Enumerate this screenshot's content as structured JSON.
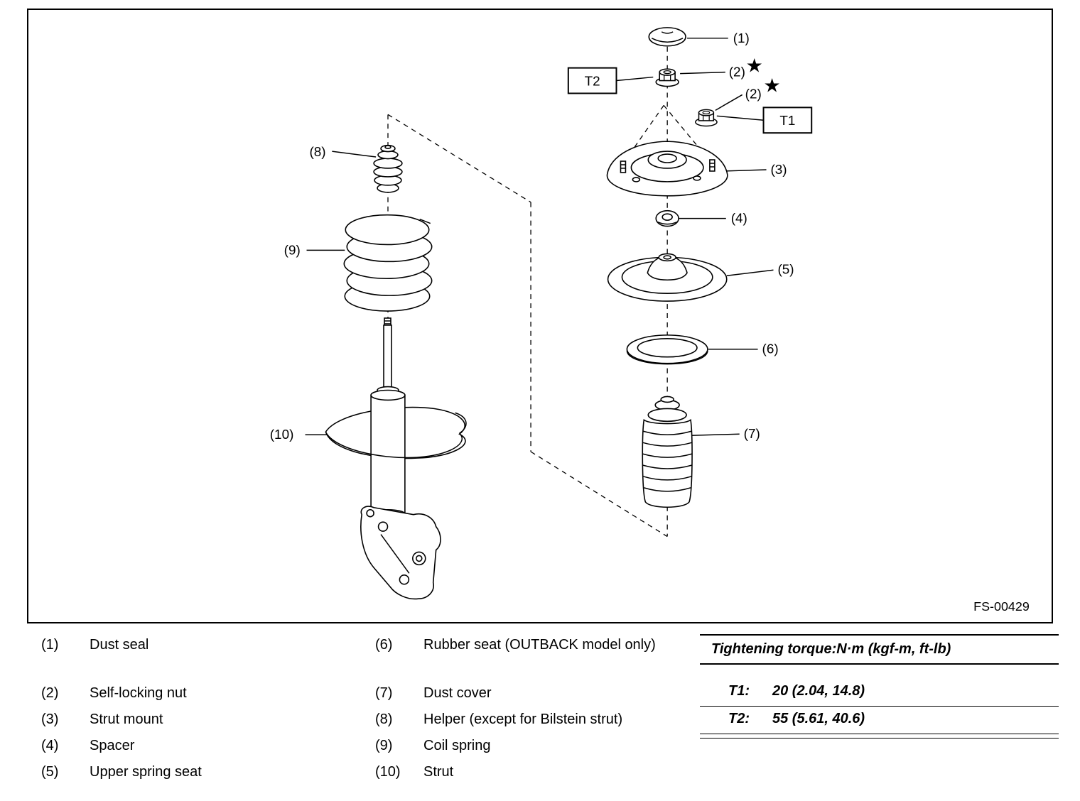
{
  "figure": {
    "code": "FS-00429",
    "star": "★",
    "torque_tags": {
      "t1": "T1",
      "t2": "T2"
    },
    "callouts": {
      "c1": "(1)",
      "c2a": "(2)",
      "c2b": "(2)",
      "c3": "(3)",
      "c4": "(4)",
      "c5": "(5)",
      "c6": "(6)",
      "c7": "(7)",
      "c8": "(8)",
      "c9": "(9)",
      "c10": "(10)"
    }
  },
  "legend": {
    "left": [
      {
        "num": "(1)",
        "label": "Dust seal"
      },
      {
        "num": "(2)",
        "label": "Self-locking nut"
      },
      {
        "num": "(3)",
        "label": "Strut mount"
      },
      {
        "num": "(4)",
        "label": "Spacer"
      },
      {
        "num": "(5)",
        "label": "Upper spring seat"
      }
    ],
    "right": [
      {
        "num": "(6)",
        "label": "Rubber seat (OUTBACK model only)"
      },
      {
        "num": "(7)",
        "label": "Dust cover"
      },
      {
        "num": "(8)",
        "label": "Helper (except for Bilstein strut)"
      },
      {
        "num": "(9)",
        "label": "Coil spring"
      },
      {
        "num": "(10)",
        "label": "Strut"
      }
    ],
    "torque": {
      "title": "Tightening torque:N·m (kgf-m, ft-lb)",
      "rows": [
        {
          "id": "T1:",
          "value": "20 (2.04, 14.8)"
        },
        {
          "id": "T2:",
          "value": "55 (5.61, 40.6)"
        }
      ]
    }
  },
  "colors": {
    "ink": "#000000",
    "paper": "#ffffff"
  }
}
